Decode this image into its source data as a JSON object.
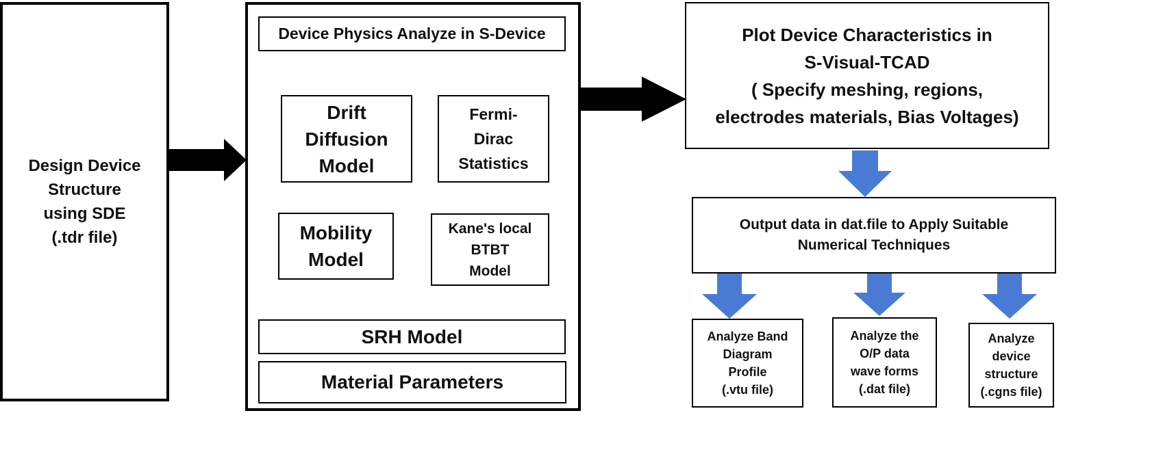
{
  "design_box": {
    "lines": [
      "Design Device",
      "Structure",
      "using SDE",
      "(.tdr file)"
    ]
  },
  "physics_panel": {
    "title": "Device Physics Analyze in S-Device",
    "drift": [
      "Drift",
      "Diffusion",
      "Model"
    ],
    "fermi": [
      "Fermi-",
      "Dirac",
      "Statistics"
    ],
    "mobility": [
      "Mobility",
      "Model"
    ],
    "kane": [
      "Kane's  local",
      "BTBT",
      "Model"
    ],
    "srh": "SRH Model",
    "material": "Material Parameters"
  },
  "plot_box": {
    "lines": [
      "Plot Device Characteristics in",
      "S-Visual-TCAD",
      "( Specify meshing, regions,",
      "electrodes materials, Bias Voltages)"
    ]
  },
  "output_box": {
    "lines": [
      "Output data in dat.file to Apply Suitable",
      "Numerical Techniques"
    ]
  },
  "band_box": {
    "lines": [
      "Analyze Band",
      "Diagram",
      "Profile",
      "(.vtu file)"
    ]
  },
  "op_box": {
    "lines": [
      "Analyze the",
      "O/P data",
      "wave forms",
      "(.dat file)"
    ]
  },
  "struct_box": {
    "lines": [
      "Analyze",
      "device",
      "structure",
      "(.cgns file)"
    ]
  },
  "colors": {
    "blue_arrow": "#4a7bd4",
    "black_arrow": "#000000",
    "border": "#000000"
  }
}
